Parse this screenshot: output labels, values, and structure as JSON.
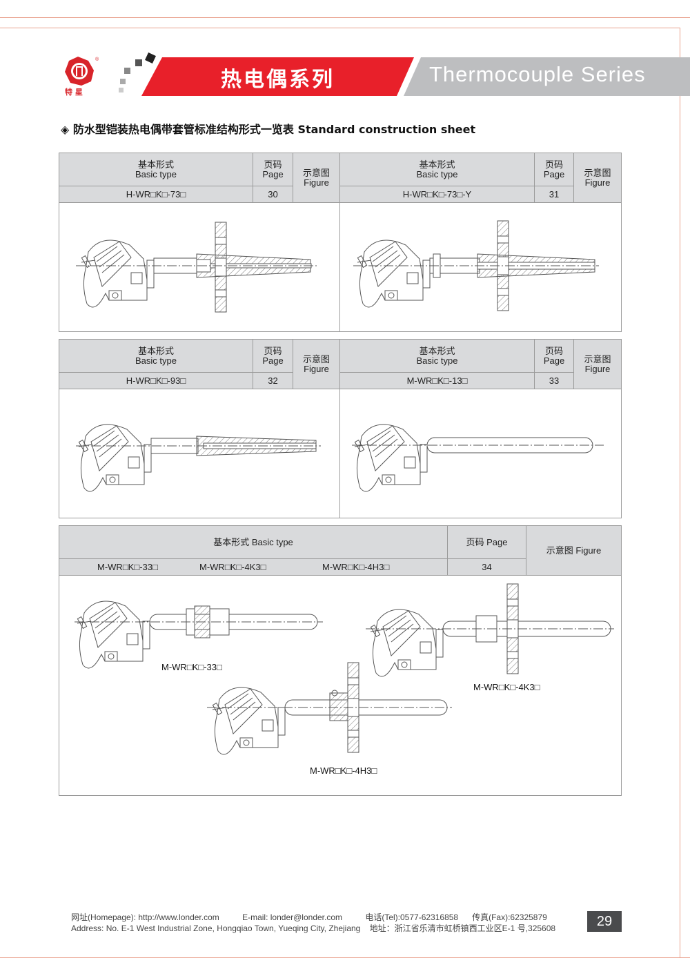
{
  "header": {
    "logo_text": "特星",
    "cn_title": "热电偶系列",
    "en_title": "Thermocouple Series"
  },
  "section_title": "◈ 防水型铠装热电偶带套管标准结构形式一览表  Standard construction sheet",
  "labels": {
    "basic_type_cn": "基本形式",
    "basic_type_en": "Basic type",
    "page_cn": "页码",
    "page_en": "Page",
    "figure_cn": "示意图",
    "figure_en": "Figure",
    "basic_type_combined": "基本形式   Basic type",
    "page_combined": "页码    Page",
    "figure_combined": "示意图    Figure"
  },
  "entries": [
    {
      "type": "H-WR□K□-73□",
      "page": "30"
    },
    {
      "type": "H-WR□K□-73□-Y",
      "page": "31"
    },
    {
      "type": "H-WR□K□-93□",
      "page": "32"
    },
    {
      "type": "M-WR□K□-13□",
      "page": "33"
    }
  ],
  "group": {
    "types": [
      "M-WR□K□-33□",
      "M-WR□K□-4K3□",
      "M-WR□K□-4H3□"
    ],
    "page": "34",
    "figure_labels": [
      "M-WR□K□-33□",
      "M-WR□K□-4K3□",
      "M-WR□K□-4H3□"
    ]
  },
  "footer": {
    "line1": "网址(Homepage): http://www.londer.com          E-mail: londer@londer.com          电话(Tel):0577-62316858      传真(Fax):62325879",
    "line2": "Address: No. E-1 West Industrial Zone, Hongqiao Town, Yueqing City, Zhejiang    地址：浙江省乐清市虹桥镇西工业区E-1 号,325608",
    "page_number": "29"
  },
  "colors": {
    "red": "#e8202a",
    "grey": "#bdbec0",
    "header_cell": "#d9dadc"
  }
}
